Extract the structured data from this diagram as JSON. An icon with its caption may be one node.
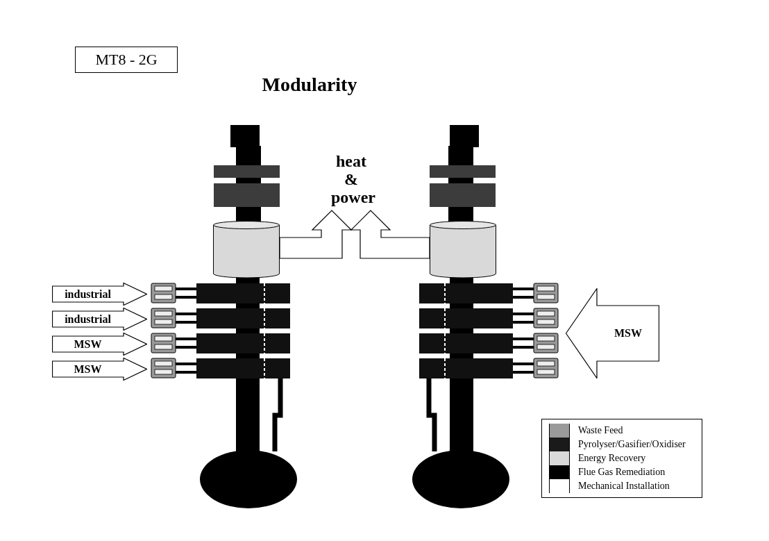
{
  "diagram": {
    "title": "Modularity",
    "nodes": [
      {
        "text": [
          "MT8 - 2G"
        ]
      },
      {
        "text": [
          "heat & power"
        ]
      },
      {
        "text": [
          "industrial"
        ]
      },
      {
        "text": [
          "industrial"
        ]
      },
      {
        "text": [
          "MSW"
        ]
      },
      {
        "text": [
          "MSW"
        ]
      },
      {
        "text": [
          "MSW"
        ]
      },
      {
        "text": [],
        "shape": "cylinder"
      },
      {
        "text": [],
        "shape": "cylinder"
      }
    ],
    "edges": [
      {
        "from": 7,
        "to": 1,
        "arrow": "to"
      },
      {
        "from": 8,
        "to": 1,
        "arrow": "to"
      }
    ],
    "legend": [
      {
        "text": "Waste Feed",
        "color": "#9a9a9a"
      },
      {
        "text": "Pyrolyser/Gasifier/Oxidiser",
        "color": "#1a1a1a"
      },
      {
        "text": "Energy Recovery",
        "color": "#d9d9d9"
      },
      {
        "text": "Flue Gas Remediation",
        "color": "#000000"
      },
      {
        "text": "Mechanical Installation",
        "color": "#ffffff"
      }
    ]
  }
}
